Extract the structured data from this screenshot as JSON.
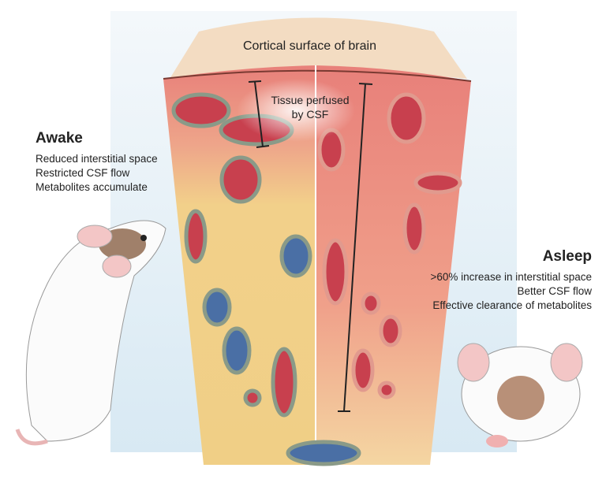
{
  "cortical_surface_label": "Cortical surface of brain",
  "perfused_label_line1": "Tissue perfused",
  "perfused_label_line2": "by CSF",
  "awake": {
    "title": "Awake",
    "items": [
      "Reduced interstitial space",
      "Restricted CSF flow",
      "Metabolites accumulate"
    ]
  },
  "asleep": {
    "title": "Asleep",
    "items": [
      ">60% increase in interstitial space",
      "Better CSF flow",
      "Effective clearance of metabolites"
    ]
  },
  "colors": {
    "tissue_red": "#e8857e",
    "tissue_yellow": "#f2d48a",
    "vessel": "#c8404e",
    "vein": "#4a6fa5",
    "background": "#e3eff6"
  }
}
